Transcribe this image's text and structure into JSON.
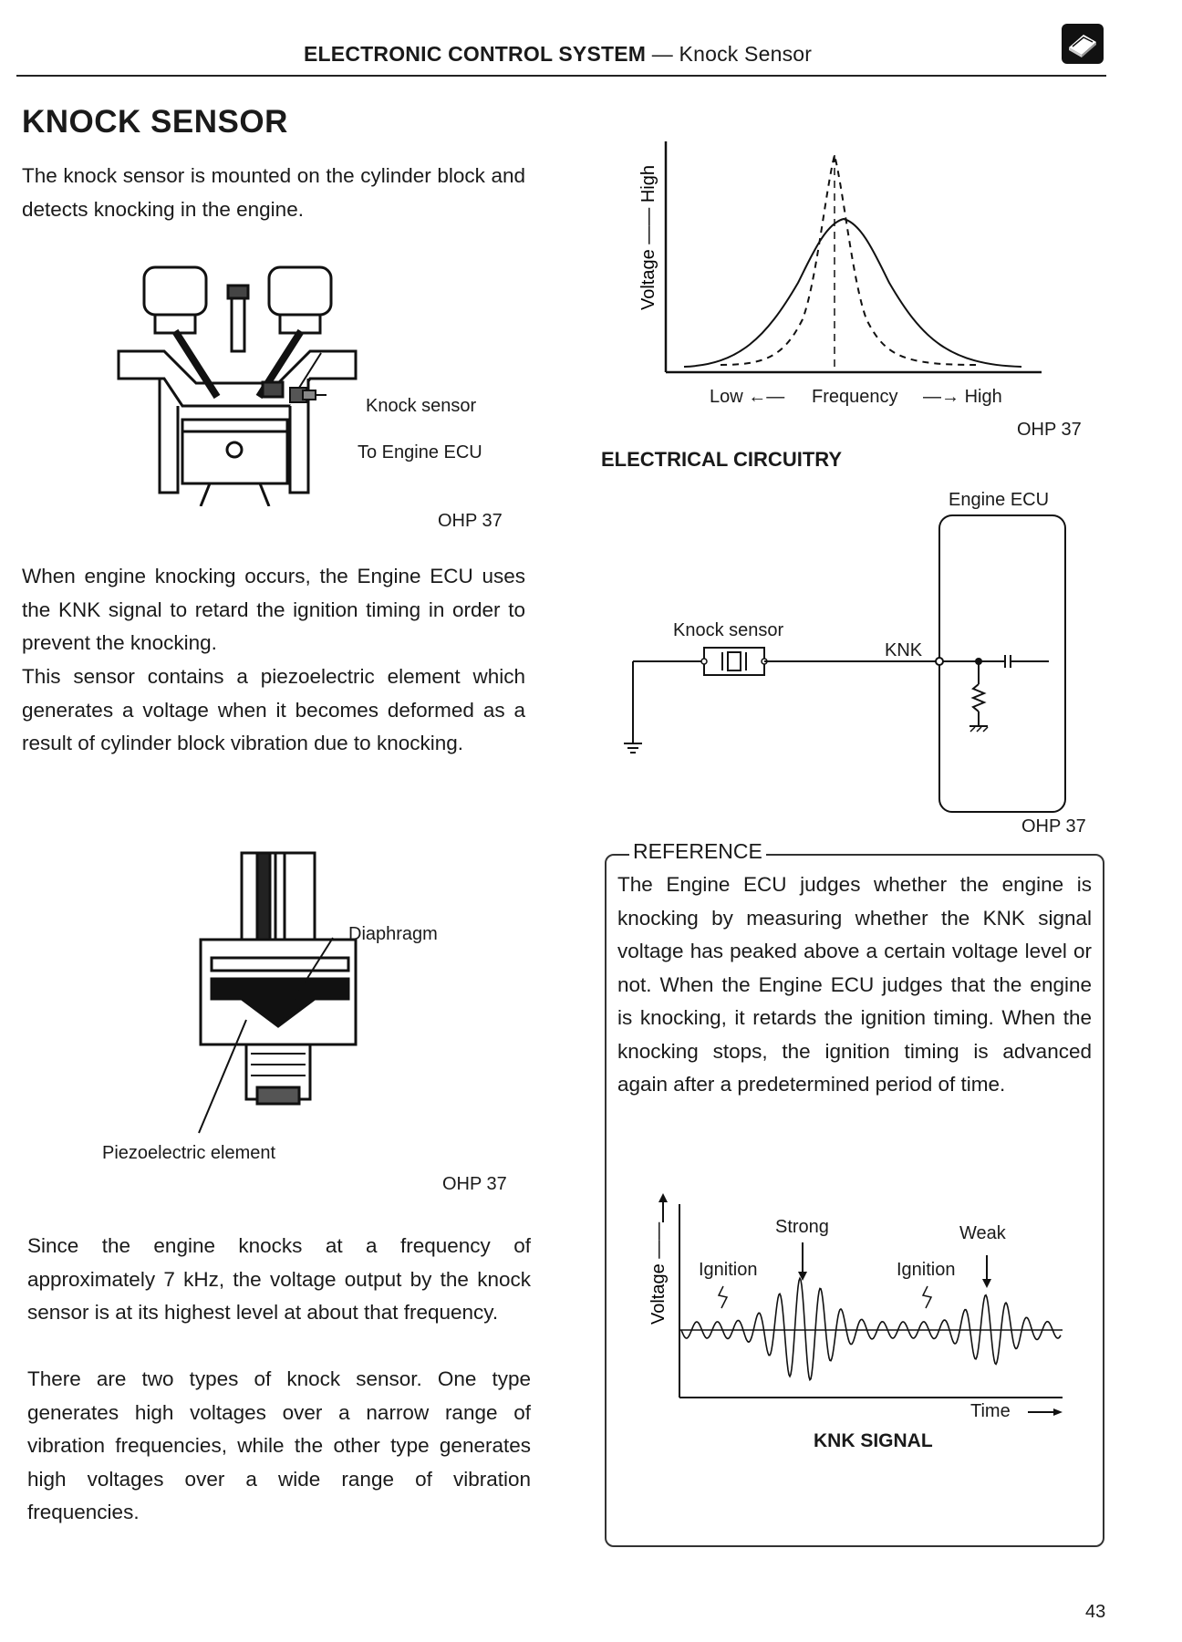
{
  "header": {
    "section": "ELECTRONIC CONTROL SYSTEM",
    "separator": " — ",
    "topic": "Knock Sensor",
    "icon": "book-icon"
  },
  "title": "KNOCK SENSOR",
  "intro": "The knock sensor is mounted on the cylinder block and detects knocking in the engine.",
  "engine_figure": {
    "labels": {
      "knock_sensor": "Knock sensor",
      "to_ecu": "To Engine ECU"
    },
    "ohp": "OHP 37"
  },
  "para_knocking": "When engine knocking occurs, the Engine ECU uses the KNK signal to retard the ignition timing in order to prevent the knocking.",
  "para_piezo": "This sensor contains a piezoelectric element which generates a voltage when it becomes deformed as a result of cylinder block vibration due to knocking.",
  "sensor_figure": {
    "labels": {
      "diaphragm": "Diaphragm",
      "piezo": "Piezoelectric element"
    },
    "ohp": "OHP 37"
  },
  "para_frequency": "Since the engine knocks at a frequency of approximately 7 kHz, the voltage output by the knock sensor is at its highest level at about that frequency.",
  "para_types": "There are two types of knock sensor. One type generates high voltages over a narrow range of vibration frequencies, while the other type generates high voltages over a wide range of vibration frequencies.",
  "freq_graph": {
    "y_label": "Voltage —— High",
    "x_low": "Low",
    "x_mid": "Frequency",
    "x_high": "High",
    "ohp": "OHP 37"
  },
  "circuit": {
    "heading": "ELECTRICAL CIRCUITRY",
    "ecu_label": "Engine ECU",
    "sensor_label": "Knock sensor",
    "knk_label": "KNK",
    "ohp": "OHP 37"
  },
  "reference": {
    "label": "REFERENCE",
    "text": "The Engine ECU judges whether the engine is knocking by measuring whether the KNK signal voltage has peaked above a certain voltage level or not. When the Engine ECU judges that the engine is knocking, it retards the ignition timing. When the knocking stops, the ignition timing is advanced again after a predetermined period of time."
  },
  "knk_signal": {
    "y_label": "Voltage ——",
    "strong": "Strong",
    "weak": "Weak",
    "ignition_1": "Ignition",
    "ignition_2": "Ignition",
    "time": "Time",
    "caption": "KNK SIGNAL"
  },
  "page_number": "43"
}
